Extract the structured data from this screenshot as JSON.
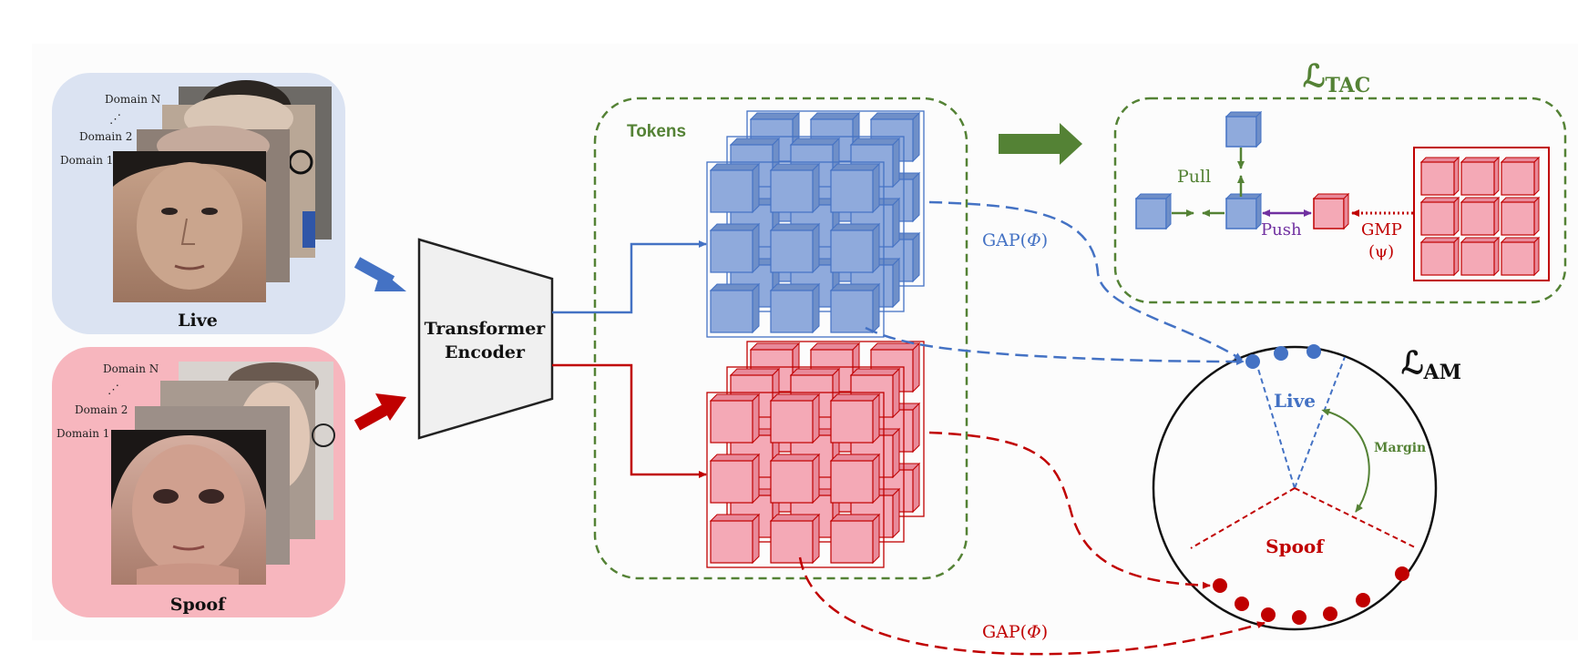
{
  "live_panel": {
    "domain_n": "Domain N",
    "dots": "⋰",
    "domain_2": "Domain 2",
    "domain_1": "Domain 1",
    "label": "Live",
    "bg_color": "#dbe3f2"
  },
  "spoof_panel": {
    "domain_n": "Domain N",
    "dots": "⋰",
    "domain_2": "Domain 2",
    "domain_1": "Domain 1",
    "label": "Spoof",
    "bg_color": "#f7b6be"
  },
  "encoder": {
    "line1": "Transformer",
    "line2": "Encoder"
  },
  "tokens": {
    "label": "Tokens"
  },
  "tac": {
    "title_main": "ℒ",
    "title_sub": "TAC",
    "pull": "Pull",
    "push": "Push",
    "gmp": "GMP",
    "psi": "(ψ)"
  },
  "am": {
    "title_main": "ℒ",
    "title_sub": "AM",
    "live": "Live",
    "spoof": "Spoof",
    "margin": "Margin"
  },
  "gap": {
    "live_text": "GAP(",
    "live_phi": "Φ",
    "live_close": ")",
    "spoof_text": "GAP(",
    "spoof_phi": "Φ",
    "spoof_close": ")"
  },
  "colors": {
    "blue": "#4472c4",
    "blue_fill": "#8faadc",
    "red": "#c00000",
    "red_fill": "#f4a9b6",
    "green": "#548235",
    "purple": "#7030a0"
  }
}
